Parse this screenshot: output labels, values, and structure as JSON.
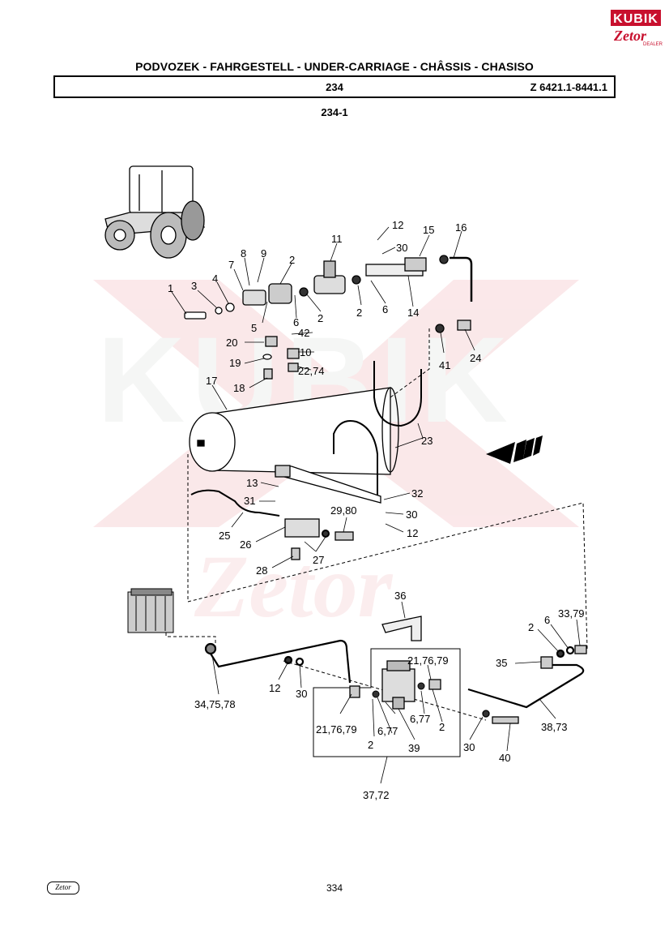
{
  "header": {
    "title": "PODVOZEK - FAHRGESTELL - UNDER-CARRIAGE - CHÂSSIS - CHASISO",
    "group_number": "234",
    "model_code": "Z 6421.1-8441.1",
    "sub_number": "234-1"
  },
  "logo": {
    "top": "KUBIK",
    "bottom": "Zetor",
    "tag": "DEALER"
  },
  "watermark": {
    "text": "KUBIK",
    "color": "#f4c9cc"
  },
  "footer": {
    "logo_text": "Zetor",
    "page_number": "334"
  },
  "callouts": [
    "1",
    "3",
    "4",
    "7",
    "8",
    "9",
    "2",
    "11",
    "12",
    "30",
    "15",
    "16",
    "5",
    "6",
    "2",
    "2",
    "6",
    "14",
    "42",
    "20",
    "10",
    "19",
    "22,74",
    "41",
    "24",
    "18",
    "17",
    "23",
    "13",
    "32",
    "31",
    "30",
    "29,80",
    "12",
    "25",
    "26",
    "27",
    "28",
    "36",
    "2",
    "6",
    "33,79",
    "35",
    "12",
    "30",
    "21,76,79",
    "34,75,78",
    "21,76,79",
    "6,77",
    "2",
    "6,77",
    "2",
    "39",
    "30",
    "38,73",
    "40",
    "37,72"
  ],
  "colors": {
    "line": "#000000",
    "accent": "#c8102e"
  }
}
